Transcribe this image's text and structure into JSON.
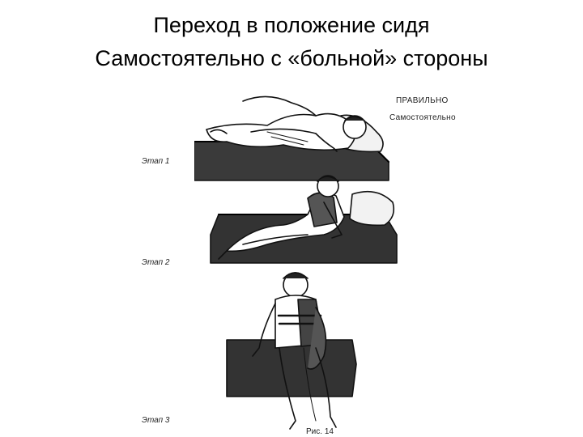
{
  "slide": {
    "title_line1": "Переход в положение сидя",
    "title_line2": "Самостоятельно с «больной» стороны"
  },
  "figure": {
    "tag_correct": "ПРАВИЛЬНО",
    "tag_independent": "Самостоятельно",
    "stage1": "Этап 1",
    "stage2": "Этап 2",
    "stage3": "Этап 3",
    "caption": "Рис. 14"
  }
}
